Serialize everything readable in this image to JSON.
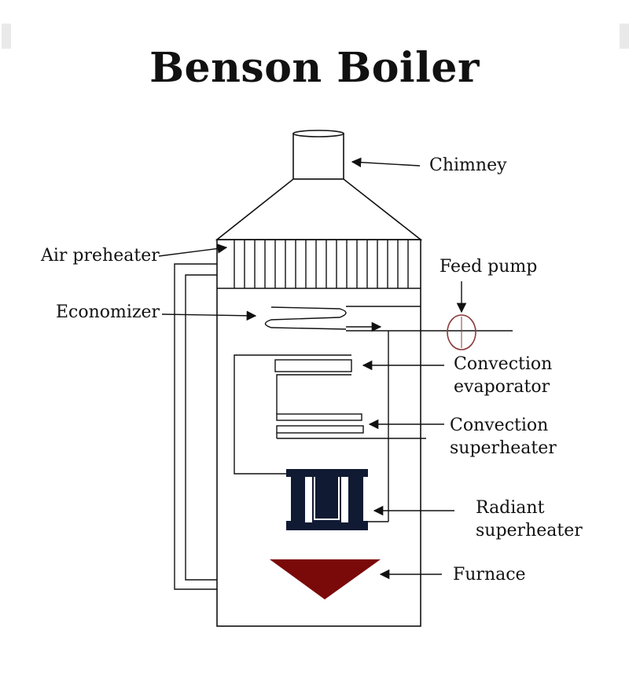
{
  "title": "Benson Boiler",
  "labels": {
    "chimney": "Chimney",
    "air_preheater": "Air preheater",
    "feed_pump": "Feed pump",
    "economizer": "Economizer",
    "convection_evaporator_1": "Convection",
    "convection_evaporator_2": "evaporator",
    "convection_superheater_1": "Convection",
    "convection_superheater_2": "superheater",
    "radiant_superheater_1": "Radiant",
    "radiant_superheater_2": "superheater",
    "furnace": "Furnace"
  },
  "colors": {
    "line": "#111111",
    "furnace": "#7a0a0a",
    "radiant_superheater": "#111a33",
    "feed_pump": "#8b3a3a"
  }
}
